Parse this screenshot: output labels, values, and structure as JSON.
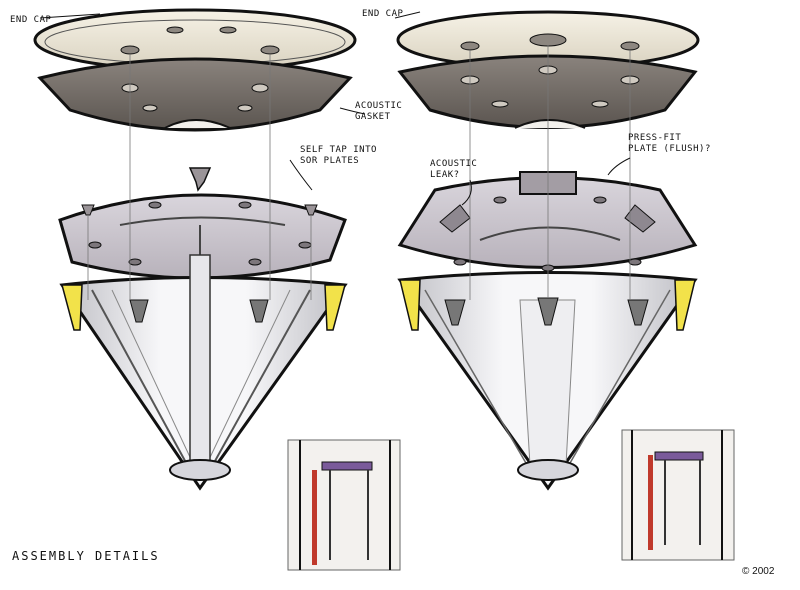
{
  "labels": {
    "end_cap_left": "END CAP",
    "end_cap_right": "END CAP",
    "acoustic_gasket": "ACOUSTIC\nGASKET",
    "self_tap": "SELF TAP INTO\nSOR PLATES",
    "acoustic_leak": "ACOUSTIC\nLEAK?",
    "press_fit": "PRESS-FIT\nPLATE (FLUSH)?",
    "assembly_details": "ASSEMBLY DETAILS",
    "copyright": "© 2002"
  },
  "colors": {
    "ink": "#111111",
    "cap_light": "#e9e4d6",
    "cap_dark": "#6f6863",
    "plate": "#c8c3c8",
    "body_fill": "#f4f4f6",
    "body_shadow": "#bdbdc2",
    "accent_yellow": "#f2e24a",
    "accent_red": "#c0392b",
    "accent_purple": "#7a5a9a"
  }
}
